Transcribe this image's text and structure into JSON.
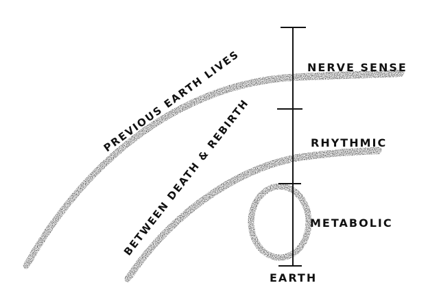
{
  "labels": {
    "nerve_sense": "NERVE SENSE",
    "rhythmic": "RHYTHMIC",
    "metabolic": "METABOLIC",
    "earth": "EARTH",
    "previous_earth_lives": "PREVIOUS EARTH LIVES",
    "between_death_rebirth": "BETWEEN DEATH & REBIRTH"
  },
  "colors": {
    "ink": "#111111",
    "background": "#ffffff"
  }
}
